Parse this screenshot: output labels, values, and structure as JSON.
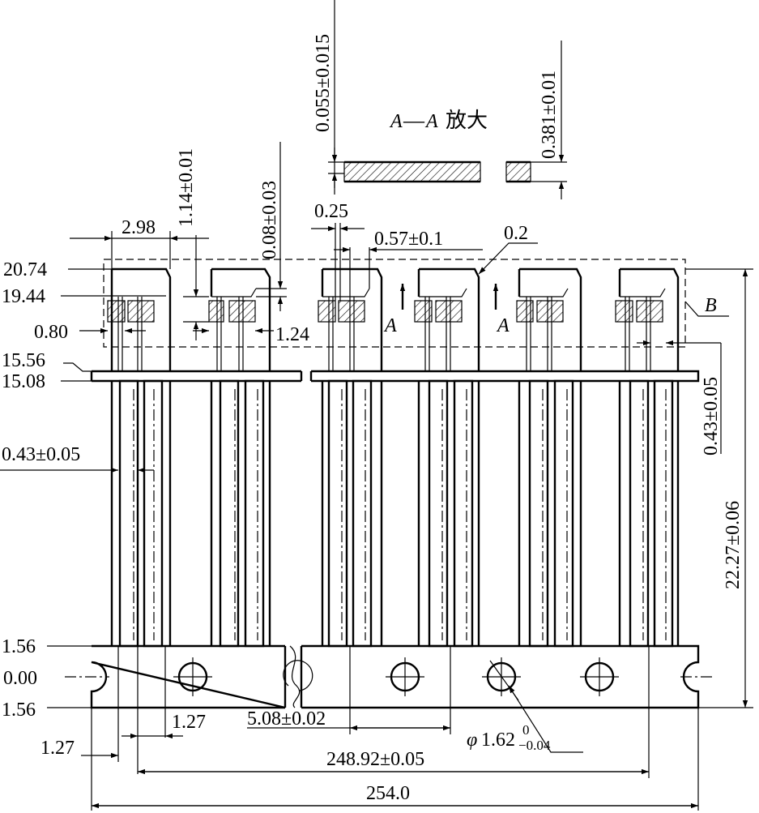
{
  "section": {
    "title_letter_left": "A",
    "title_dash": "—",
    "title_letter_right": "A",
    "title_word": "放大"
  },
  "markers": {
    "a1": "A",
    "a2": "A",
    "b": "B"
  },
  "dims": {
    "t1": "0.055±0.015",
    "t2": "0.381±0.01",
    "d_114": "1.14±0.01",
    "d_008": "0.08±0.03",
    "d_298": "2.98",
    "d_025": "0.25",
    "d_057": "0.57±0.1",
    "d_02": "0.2",
    "d_08": "0.80",
    "d_124": "1.24",
    "d_043a": "0.43±0.05",
    "d_043b": "0.43±0.05",
    "d_2227": "22.27±0.06",
    "d_127a": "1.27",
    "d_127b": "1.27",
    "d_508": "5.08±0.02",
    "d_phi_sym": "φ",
    "d_phi_val": "1.62",
    "d_phi_up": "0",
    "d_phi_lo": "−0.04",
    "d_24892": "248.92±0.05",
    "d_254": "254.0"
  },
  "ordinates": {
    "o_2074": "20.74",
    "o_1944": "19.44",
    "o_1556": "15.56",
    "o_1508": "15.08",
    "o_156a": "1.56",
    "o_000": "0.00",
    "o_156b": "1.56"
  }
}
